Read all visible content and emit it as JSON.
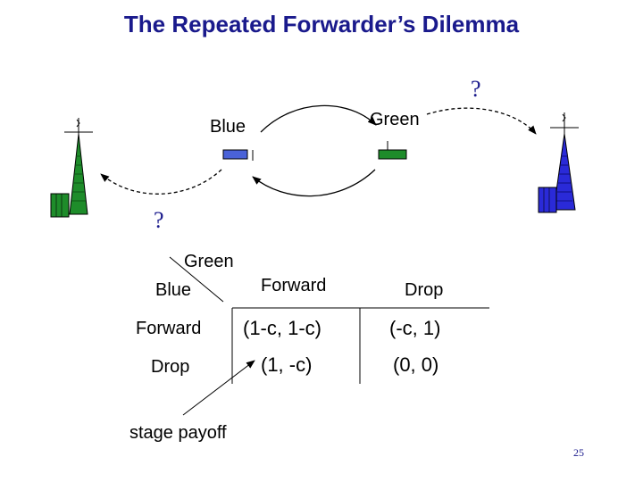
{
  "title": "The Repeated Forwarder’s Dilemma",
  "nodes": {
    "left_label": "Blue",
    "right_label": "Green",
    "left_color": "#4a62d8",
    "right_color": "#1e8c2a"
  },
  "question_marks": [
    "?",
    "?"
  ],
  "matrix": {
    "corner_top": "Green",
    "corner_bottom": "Blue",
    "col_headers": [
      "Forward",
      "Drop"
    ],
    "row_headers": [
      "Forward",
      "Drop"
    ],
    "cells": [
      [
        "(1-c, 1-c)",
        "(-c, 1)"
      ],
      [
        "(1, -c)",
        "(0, 0)"
      ]
    ]
  },
  "annotation": "stage payoff",
  "page_number": "25",
  "colors": {
    "title": "#1a1a8c",
    "tower_green": "#1e8c2a",
    "tower_blue": "#2a2ad8"
  },
  "icons": [
    "antenna-tower-green-icon",
    "antenna-tower-blue-icon"
  ]
}
